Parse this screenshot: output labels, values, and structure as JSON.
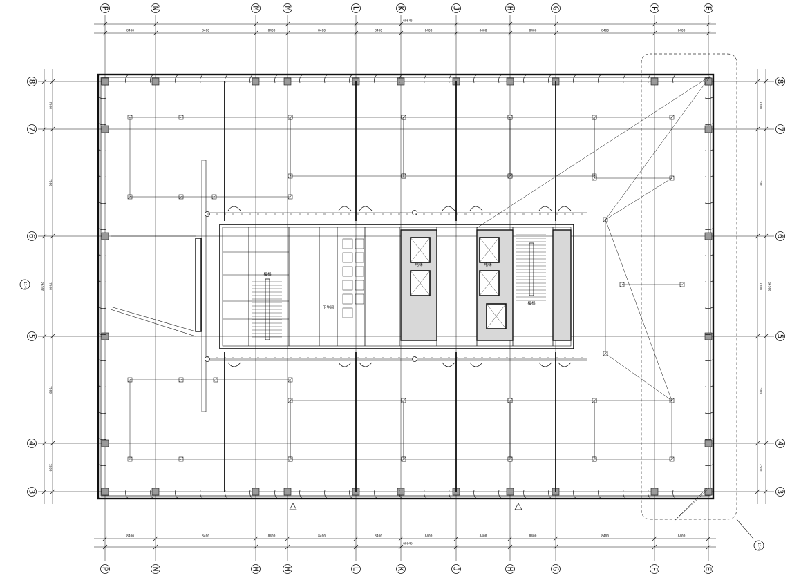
{
  "drawing": {
    "line_color": "#111111",
    "wall_color": "#222222",
    "core_fill": "#d8d8d8",
    "cloud_color": "#333333"
  },
  "grid": {
    "vertical_axes_top": [
      "P",
      "N",
      "M",
      "L",
      "K",
      "J",
      "H",
      "G",
      "F",
      "E"
    ],
    "vertical_axes_all": [
      "P",
      "N",
      "M",
      "M",
      "L",
      "K",
      "J",
      "H",
      "G",
      "F",
      "E"
    ],
    "horizontal_axes": [
      "8",
      "7",
      "6",
      "5",
      "4",
      "3"
    ]
  },
  "labels": {
    "overall_dimension_top": "60645",
    "overall_dimension_bottom": "60645",
    "overall_dimension_left": "26100",
    "overall_dimension_right": "26100",
    "bay_dimension": "8400",
    "edge_dimension": "7500",
    "stair_label": "楼梯",
    "elevator_label": "电梯",
    "toilet_label": "卫生间",
    "section_mark": "1",
    "section_sheet": "1-6"
  }
}
